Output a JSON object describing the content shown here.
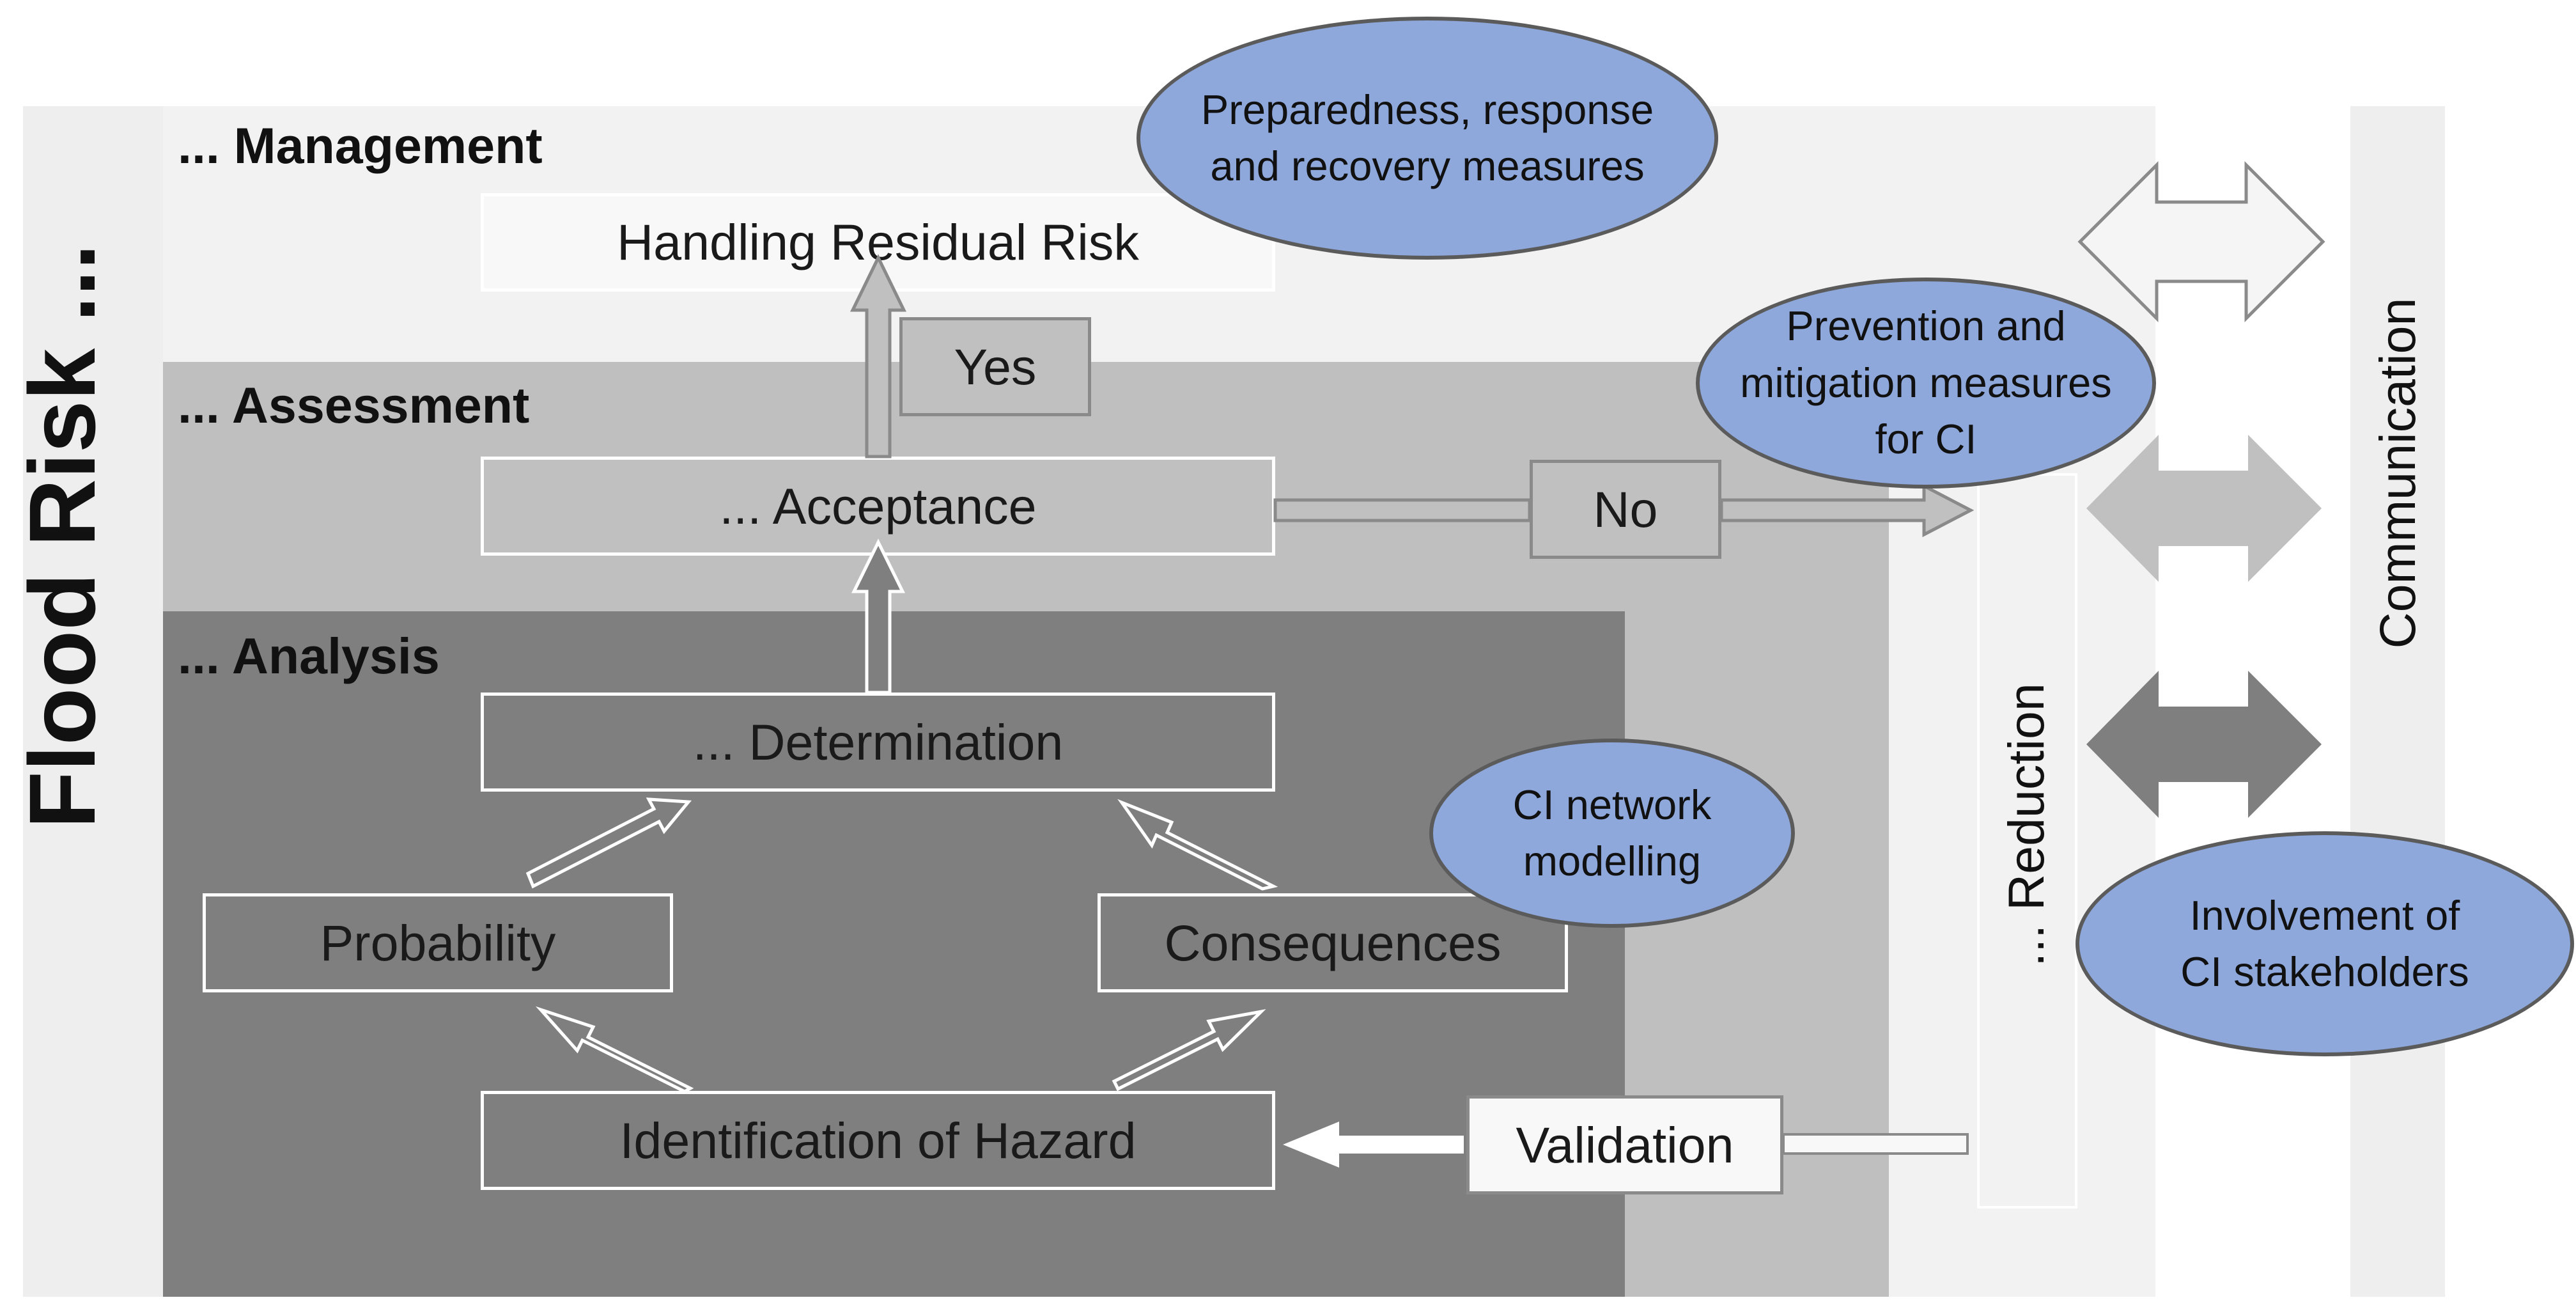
{
  "diagram": {
    "title": "Flood Risk ...",
    "layers": {
      "management": "... Management",
      "assessment": "... Assessment",
      "analysis": "... Analysis"
    },
    "boxes": {
      "handling_residual_risk": "Handling Residual Risk",
      "yes": "Yes",
      "acceptance": "... Acceptance",
      "no": "No",
      "determination": "... Determination",
      "probability": "Probability",
      "consequences": "Consequences",
      "identification_of_hazard": "Identification of Hazard",
      "validation": "Validation"
    },
    "columns": {
      "reduction": "... Reduction",
      "communication": "Communication"
    },
    "measures": {
      "preparedness": "Preparedness, response\nand recovery measures",
      "prevention": "Prevention and\nmitigation measures\nfor CI",
      "ci_network": "CI network\nmodelling",
      "involvement": "Involvement of\nCI stakeholders"
    },
    "colors": {
      "management_bg": "#f2f2f2",
      "assessment_bg": "#bfbfbf",
      "analysis_bg": "#7f7f7f",
      "measure_fill": "#8ea8dc"
    }
  }
}
